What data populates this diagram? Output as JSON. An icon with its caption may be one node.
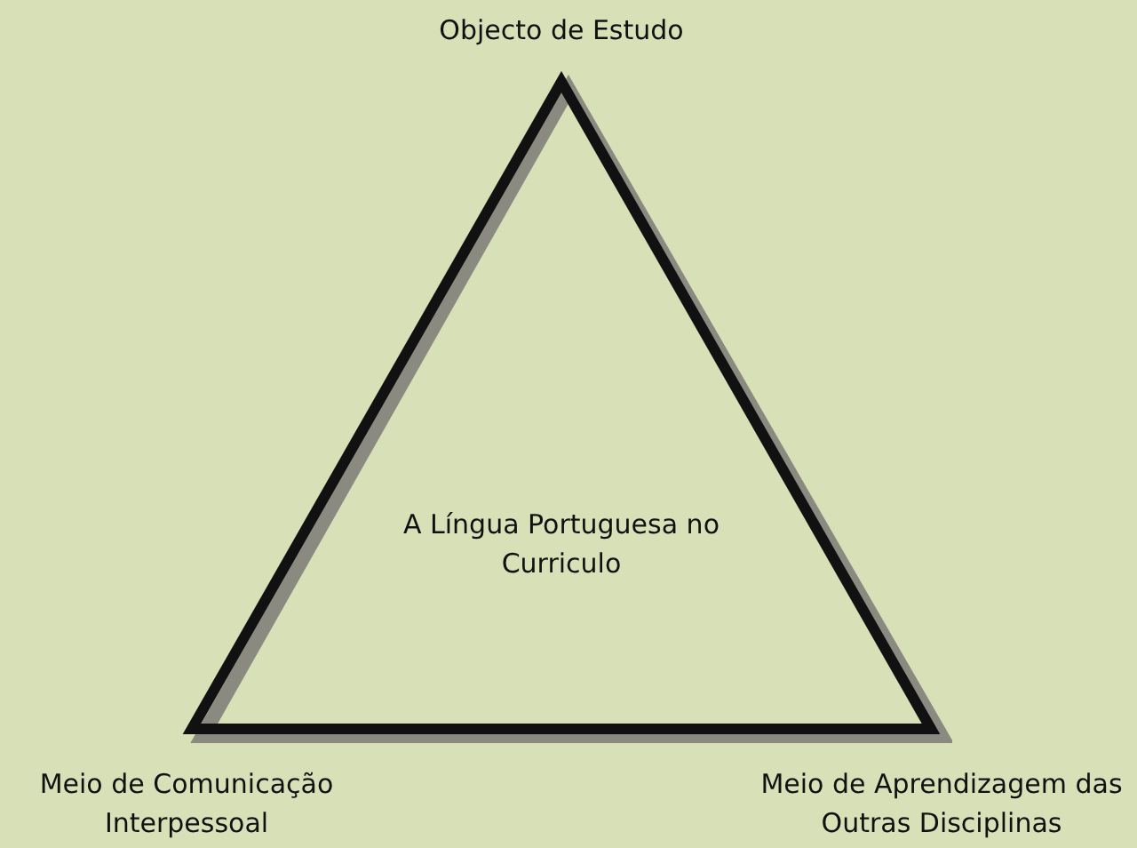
{
  "diagram": {
    "nodes": [
      {
        "text": [
          "A Língua Portuguesa no Curriculo"
        ]
      }
    ],
    "labels": [
      "Objecto de Estudo",
      "Meio de Comunicação Interpessoal",
      "Meio de Aprendizagem das Outras Disciplinas"
    ]
  }
}
